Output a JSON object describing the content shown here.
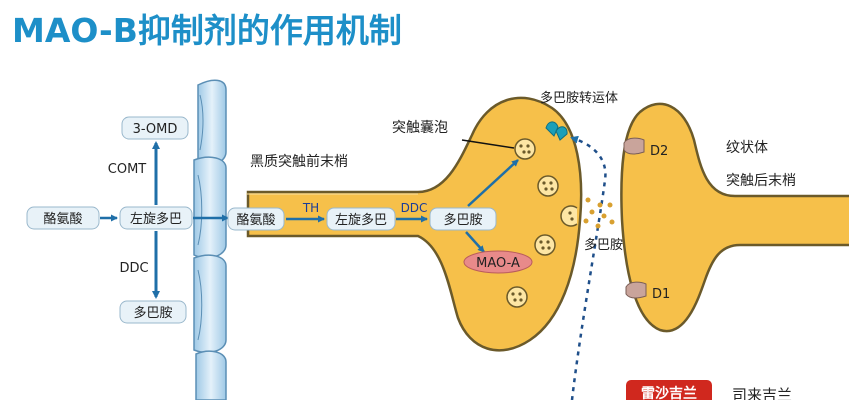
{
  "title": "MAO-B抑制剂的作用机制",
  "left_pathway": {
    "omd": "3-OMD",
    "comt": "COMT",
    "tyrosine": "酪氨酸",
    "levodopa": "左旋多巴",
    "ddc": "DDC",
    "dopamine": "多巴胺"
  },
  "presynaptic": {
    "region_label": "黑质突触前末梢",
    "vesicle_label": "突触囊泡",
    "tyrosine": "酪氨酸",
    "th": "TH",
    "levodopa": "左旋多巴",
    "ddc": "DDC",
    "dopamine": "多巴胺",
    "mao_a": "MAO-A"
  },
  "synapse": {
    "transporter_label": "多巴胺转运体",
    "cleft_dopamine": "多巴胺"
  },
  "postsynaptic": {
    "d2": "D2",
    "d1": "D1",
    "region_line1": "纹状体",
    "region_line2": "突触后末梢"
  },
  "bottom": {
    "badge": "雷沙吉兰",
    "drug2": "司来吉兰"
  },
  "colors": {
    "title": "#1d8fc8",
    "terminal_fill": "#f6c04a",
    "terminal_stroke": "#6b5a2a",
    "arrow_blue": "#1f6fa8",
    "mao_a_fill": "#e88a8a",
    "badge_red": "#d0281e"
  }
}
